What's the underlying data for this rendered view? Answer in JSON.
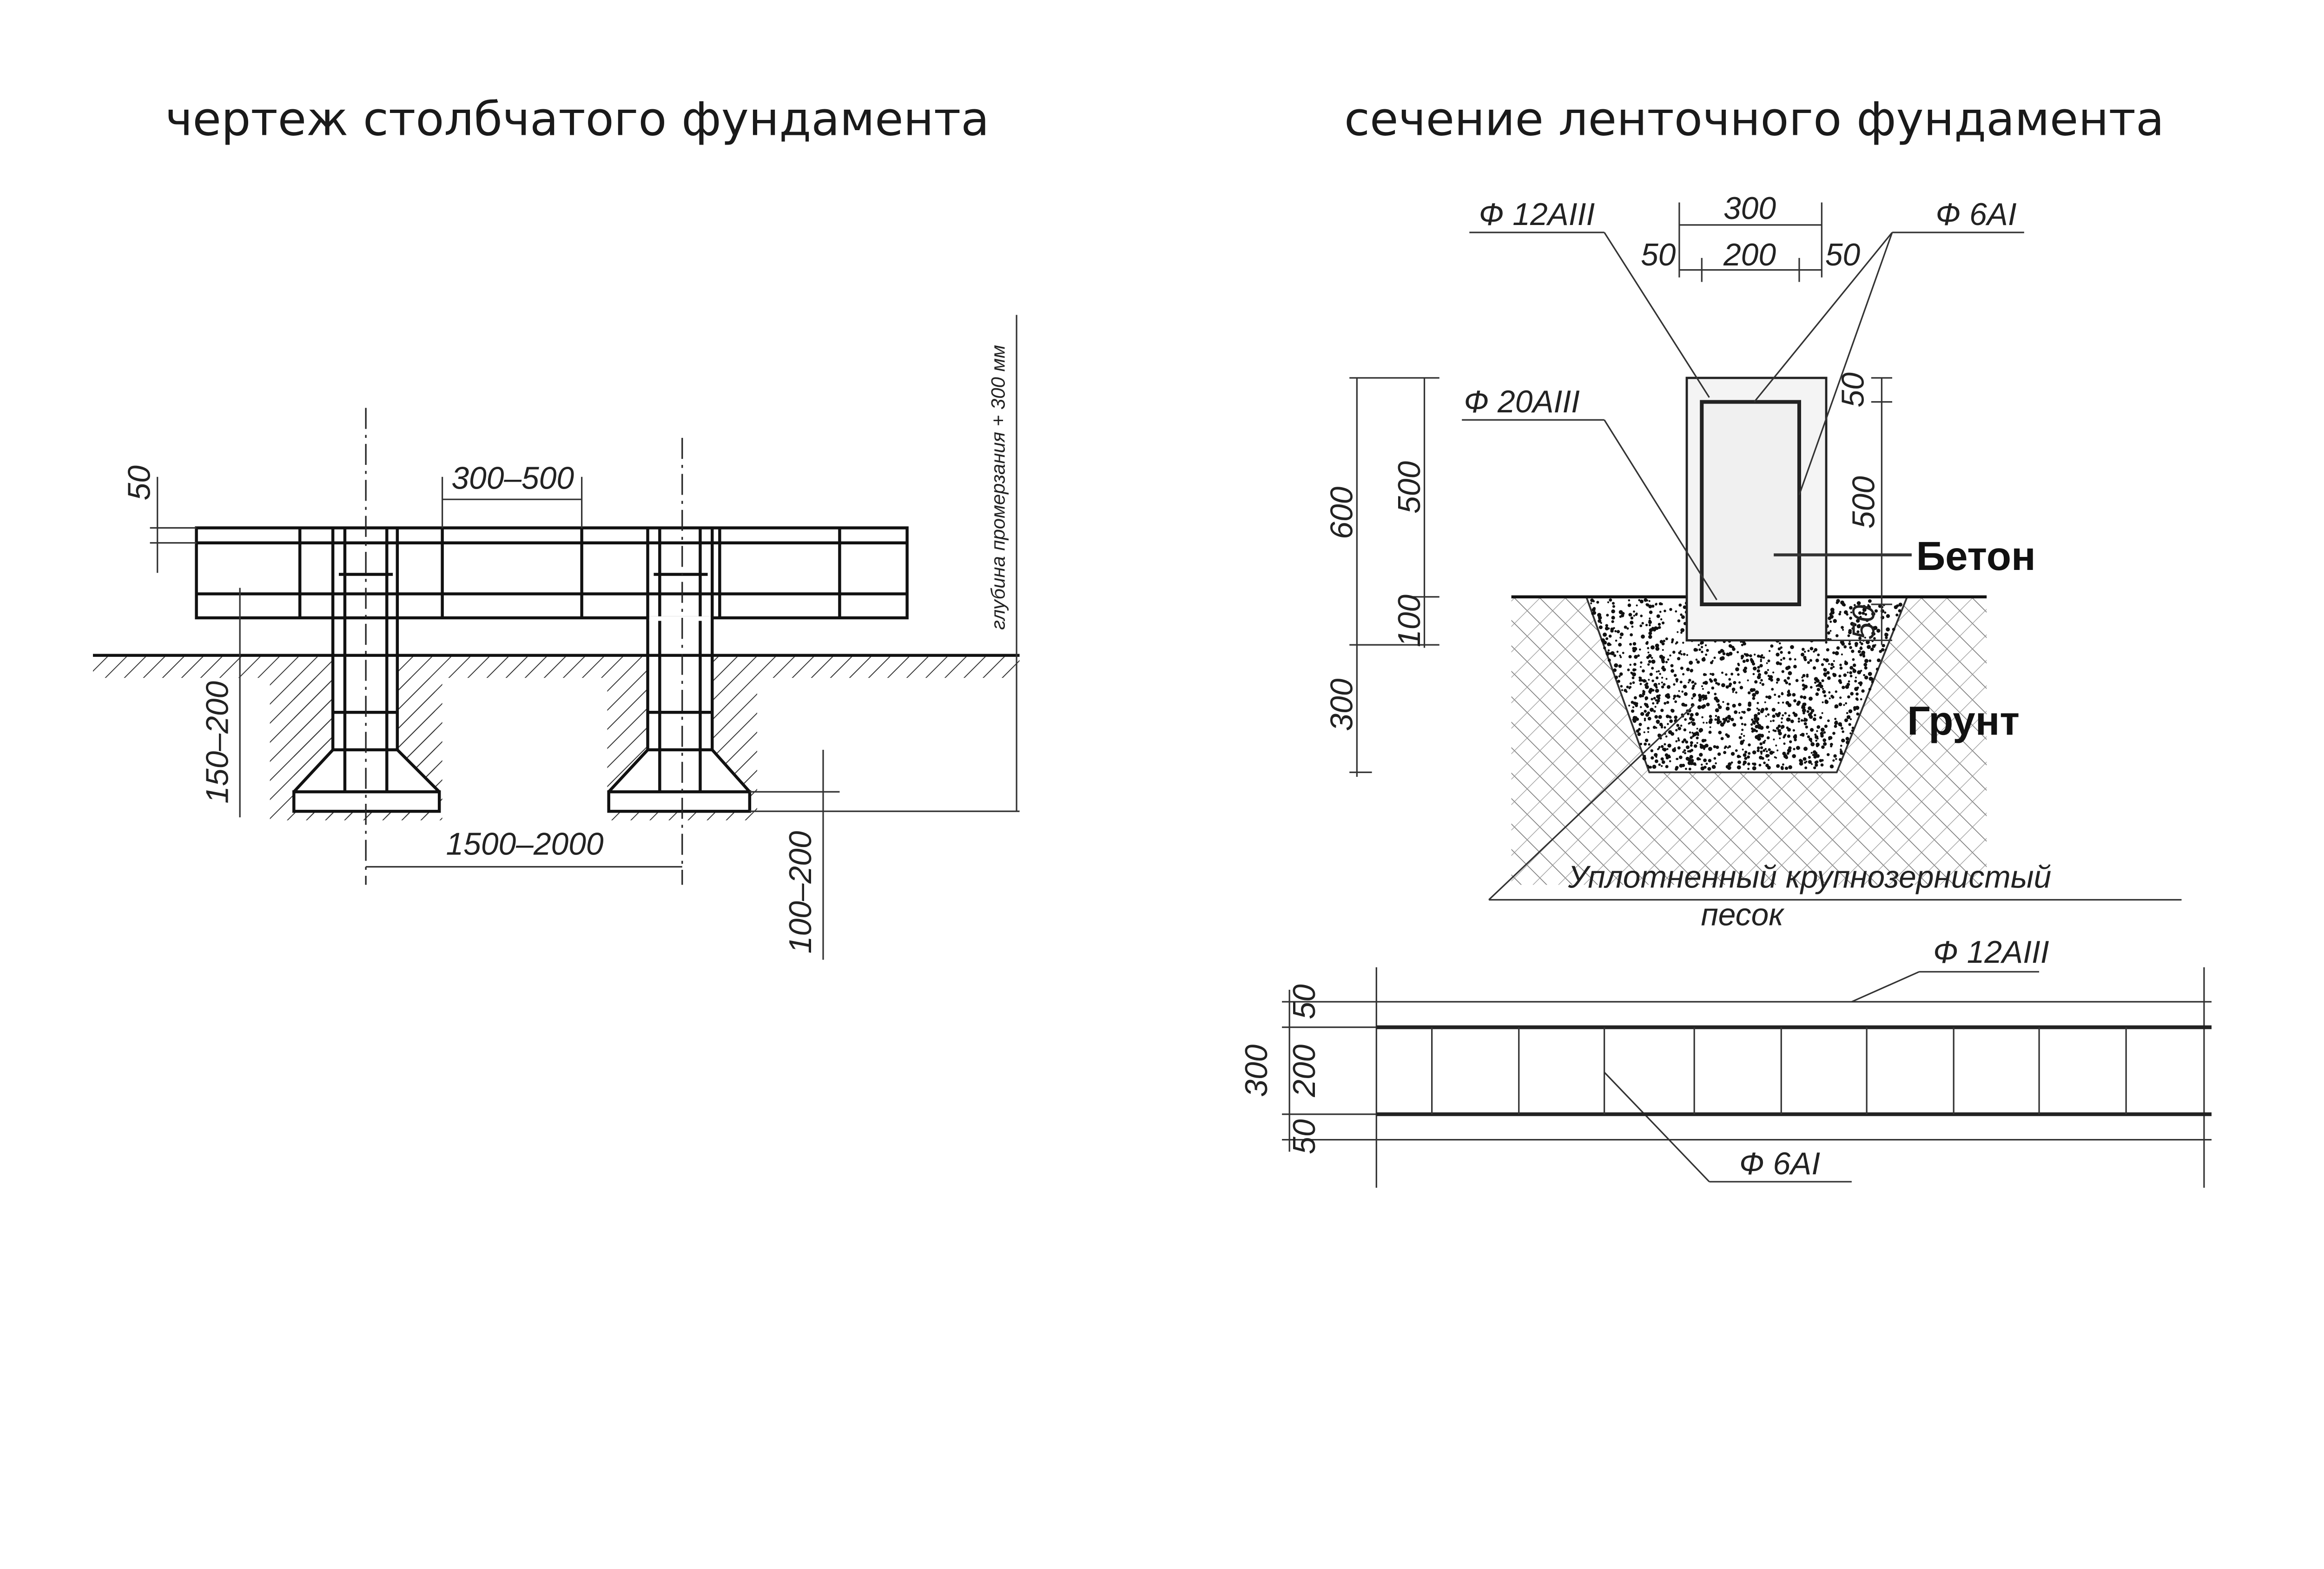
{
  "titles": {
    "left": "чертеж столбчатого фундамента",
    "right": "сечение ленточного фундамента"
  },
  "column_foundation": {
    "dim_50": "50",
    "dim_spacing": "300–500",
    "dim_150_200": "150–200",
    "dim_1500_2000": "1500–2000",
    "dim_100_200": "100–200",
    "depth_label": "глубина промерзания + 300 мм"
  },
  "strip_foundation": {
    "rebar_12": "Ф 12АIII",
    "rebar_6": "Ф 6АI",
    "rebar_20": "Ф 20АIII",
    "dim_300_top": "300",
    "dim_50_left": "50",
    "dim_200": "200",
    "dim_50_right": "50",
    "dim_600": "600",
    "dim_500_left": "500",
    "dim_100": "100",
    "dim_300_left": "300",
    "dim_50_r1": "50",
    "dim_500_right": "500",
    "dim_50_r2": "50",
    "concrete_label": "Бетон",
    "soil_label": "Грунт",
    "sand_label_1": "Уплотненный крупнозернистый",
    "sand_label_2": "песок"
  },
  "rebar_elevation": {
    "rebar_12": "Ф 12АIII",
    "rebar_6": "Ф 6АI",
    "dim_300": "300",
    "dim_50_top": "50",
    "dim_200": "200",
    "dim_50_bottom": "50"
  }
}
